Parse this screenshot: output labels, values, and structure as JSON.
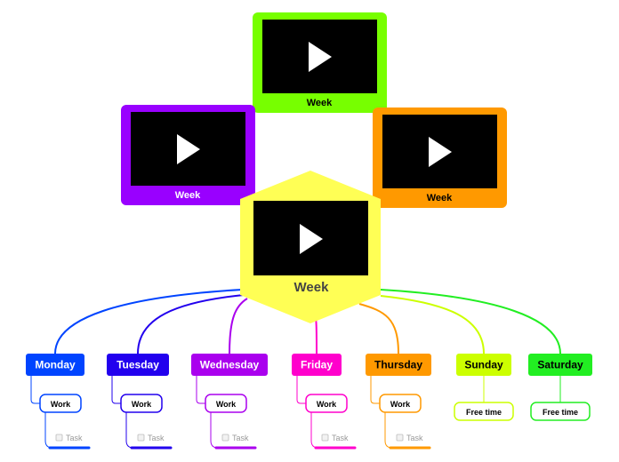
{
  "central": {
    "label": "Week",
    "color": "#ffff55"
  },
  "satellites": [
    {
      "id": "top",
      "label": "Week",
      "color": "#77ff00"
    },
    {
      "id": "left",
      "label": "Week",
      "color": "#9900ff"
    },
    {
      "id": "right",
      "label": "Week",
      "color": "#ff9900"
    }
  ],
  "days": [
    {
      "label": "Monday",
      "color": "#0044ff",
      "text_color": "#ffffff",
      "sub": "Work",
      "task": "Task"
    },
    {
      "label": "Tuesday",
      "color": "#2200ee",
      "text_color": "#ffffff",
      "sub": "Work",
      "task": "Task"
    },
    {
      "label": "Wednesday",
      "color": "#aa00ee",
      "text_color": "#ffffff",
      "sub": "Work",
      "task": "Task"
    },
    {
      "label": "Friday",
      "color": "#ff00cc",
      "text_color": "#ffffff",
      "sub": "Work",
      "task": "Task"
    },
    {
      "label": "Thursday",
      "color": "#ff9900",
      "text_color": "#000000",
      "sub": "Work",
      "task": "Task"
    },
    {
      "label": "Sunday",
      "color": "#ccff00",
      "text_color": "#000000",
      "sub": "Free time",
      "task": ""
    },
    {
      "label": "Saturday",
      "color": "#22ee22",
      "text_color": "#000000",
      "sub": "Free time",
      "task": ""
    }
  ],
  "icons": {
    "video": "play-icon",
    "task": "checkbox-icon"
  }
}
